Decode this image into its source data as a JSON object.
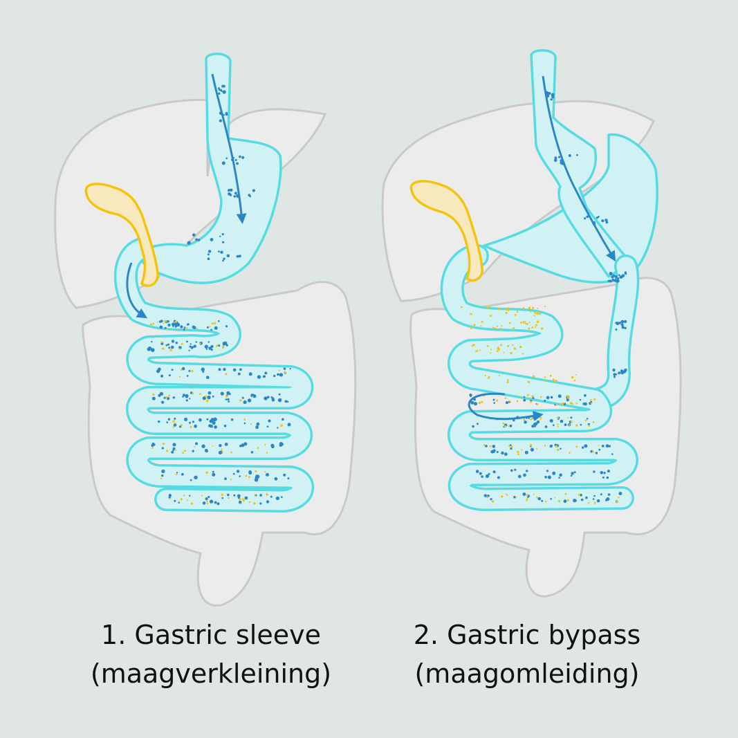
{
  "colors": {
    "background": "#dfe6e4",
    "organ_fill": "#ececec",
    "organ_stroke": "#c9c9c9",
    "tract_fill": "#d1f2f4",
    "tract_stroke": "#56dbe3",
    "gallbladder_fill": "#f8e8be",
    "gallbladder_stroke": "#f3c40e",
    "food_dots": "#2a86c6",
    "bile_dots": "#efc21a",
    "arrow": "#2a86c6"
  },
  "procedures": [
    {
      "line1": "1. Gastric sleeve",
      "line2": "(maagverkleining)"
    },
    {
      "line1": "2. Gastric bypass",
      "line2": "(maagomleiding)"
    }
  ]
}
